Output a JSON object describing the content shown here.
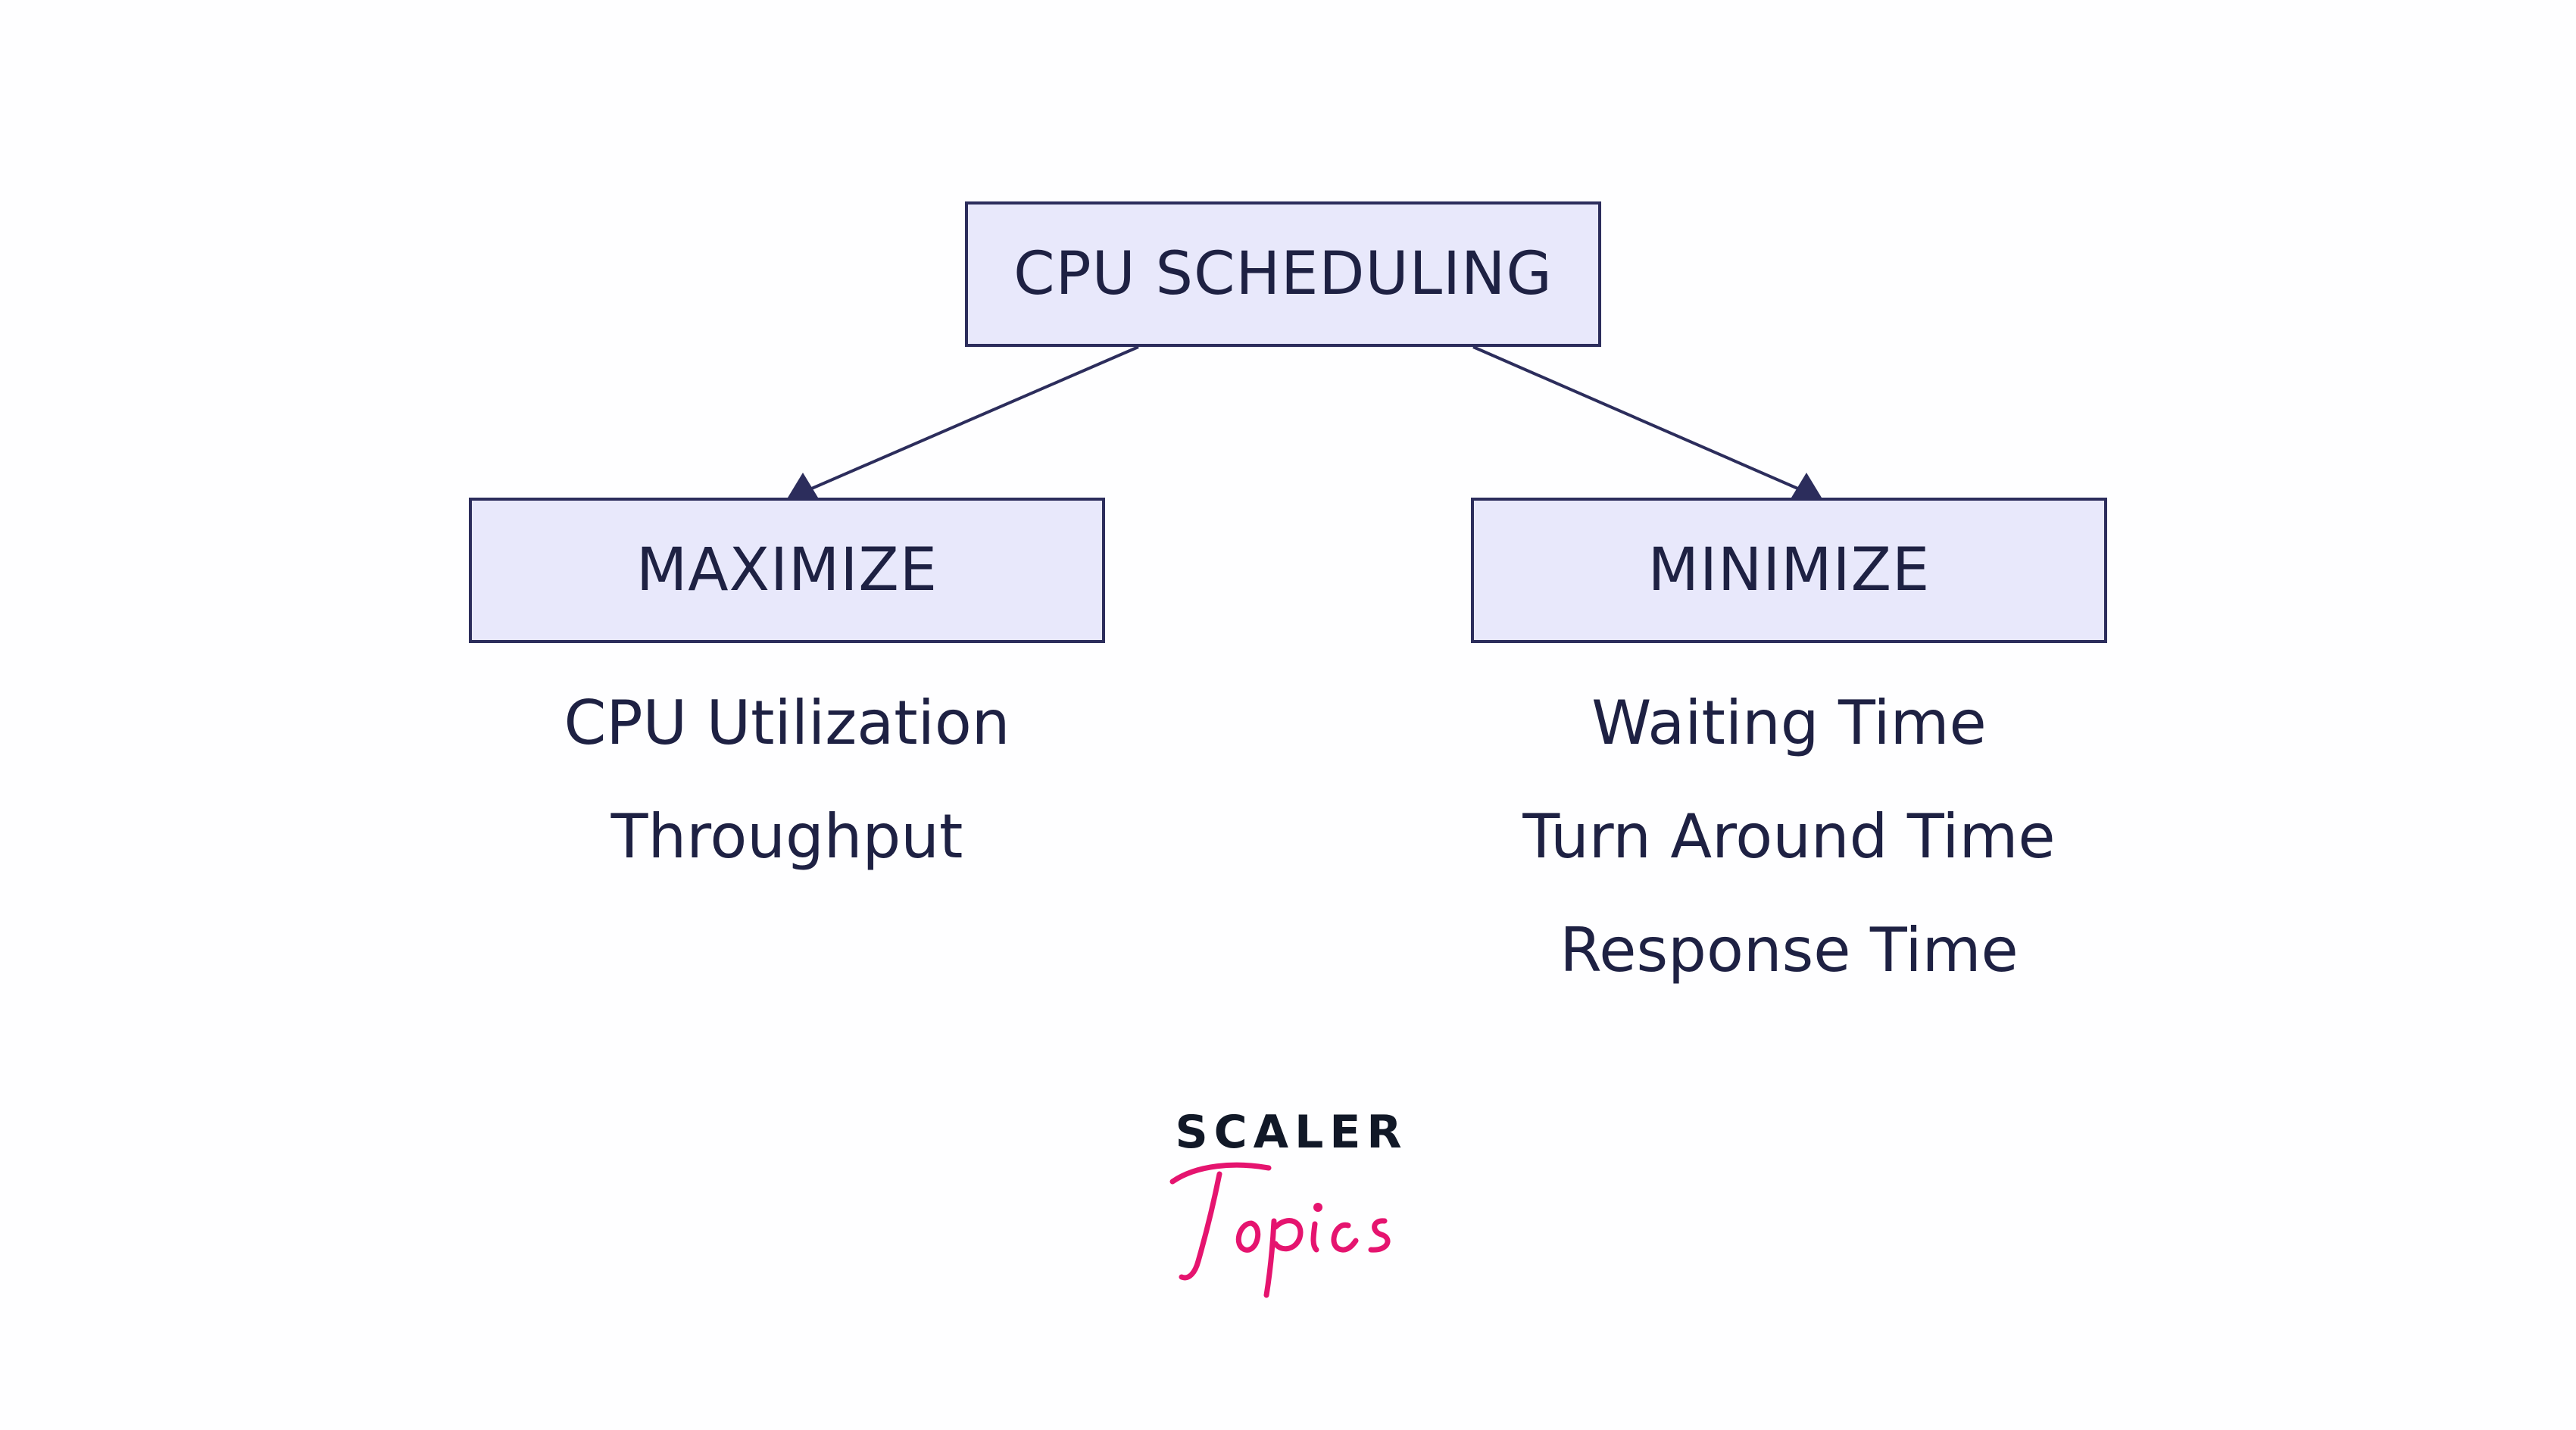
{
  "diagram": {
    "root": {
      "label": "CPU SCHEDULING"
    },
    "branches": [
      {
        "label": "MAXIMIZE",
        "items": [
          "CPU Utilization",
          "Throughput"
        ]
      },
      {
        "label": "MINIMIZE",
        "items": [
          "Waiting Time",
          "Turn Around Time",
          "Response Time"
        ]
      }
    ]
  },
  "logo": {
    "wordmark": "SCALER",
    "script": "Topics"
  },
  "colors": {
    "box_fill": "#e8e8fb",
    "box_border": "#2c2d5c",
    "text": "#1e2143",
    "logo_accent": "#e5146f"
  }
}
